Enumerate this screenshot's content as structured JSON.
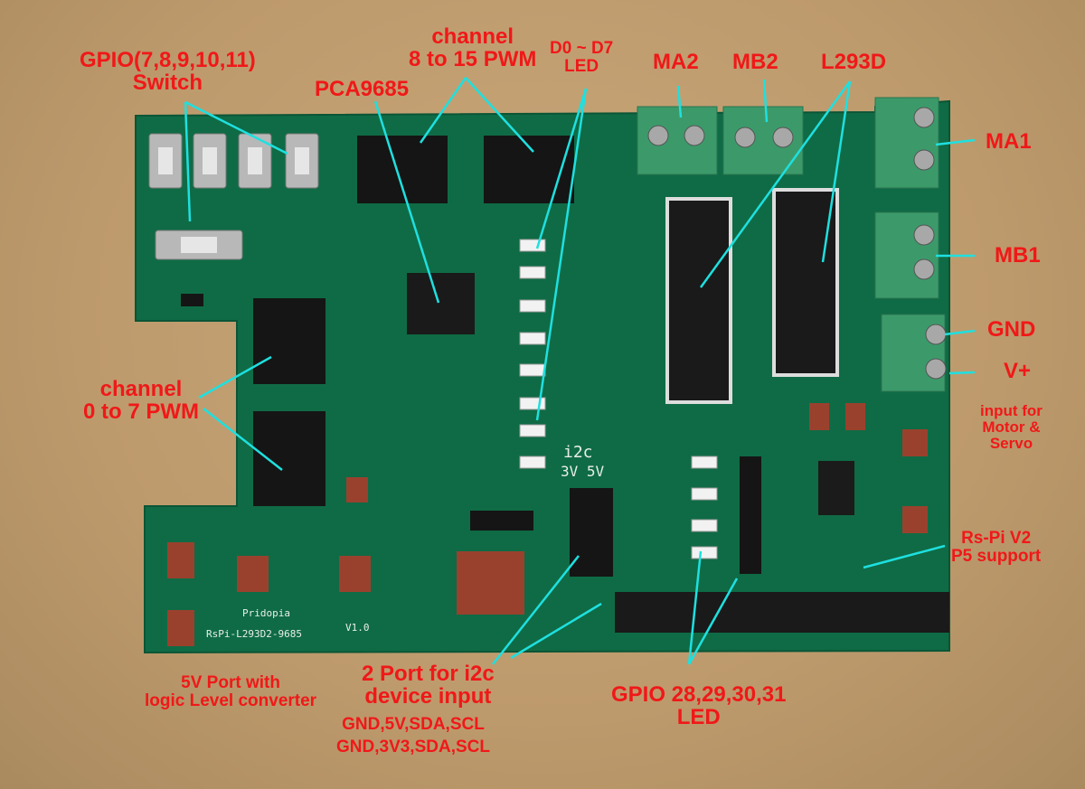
{
  "labels": {
    "gpio_switch": [
      "GPIO(7,8,9,10,11)",
      "Switch"
    ],
    "pca9685": "PCA9685",
    "channel_8_15": [
      "channel",
      "8 to 15 PWM"
    ],
    "d0_d7_led": [
      "D0 ~ D7",
      "LED"
    ],
    "ma2": "MA2",
    "mb2": "MB2",
    "l293d": "L293D",
    "ma1": "MA1",
    "mb1": "MB1",
    "gnd": "GND",
    "vplus": "V+",
    "power_input": [
      "input for",
      "Motor &",
      "Servo"
    ],
    "channel_0_7": [
      "channel",
      "0 to 7 PWM"
    ],
    "rspi_v2": [
      "Rs-Pi V2",
      "P5 support"
    ],
    "port_5v": [
      "5V Port with",
      "logic Level converter"
    ],
    "i2c_ports": [
      "2 Port for i2c",
      "device input"
    ],
    "i2c_pins": [
      "GND,5V,SDA,SCL",
      "GND,3V3,SDA,SCL"
    ],
    "gpio_led": [
      "GPIO 28,29,30,31",
      "LED"
    ]
  },
  "silkscreen": {
    "brand": "Pridopia",
    "model": "RsPi-L293D2-9685",
    "version": "V1.0",
    "i2c_voltage": "3V 5V",
    "i2c": "i2c"
  },
  "colors": {
    "label": "#f01818",
    "leader": "#1ee0e0",
    "pcb": "#0f6b45",
    "terminal": "#3c9a6a"
  }
}
